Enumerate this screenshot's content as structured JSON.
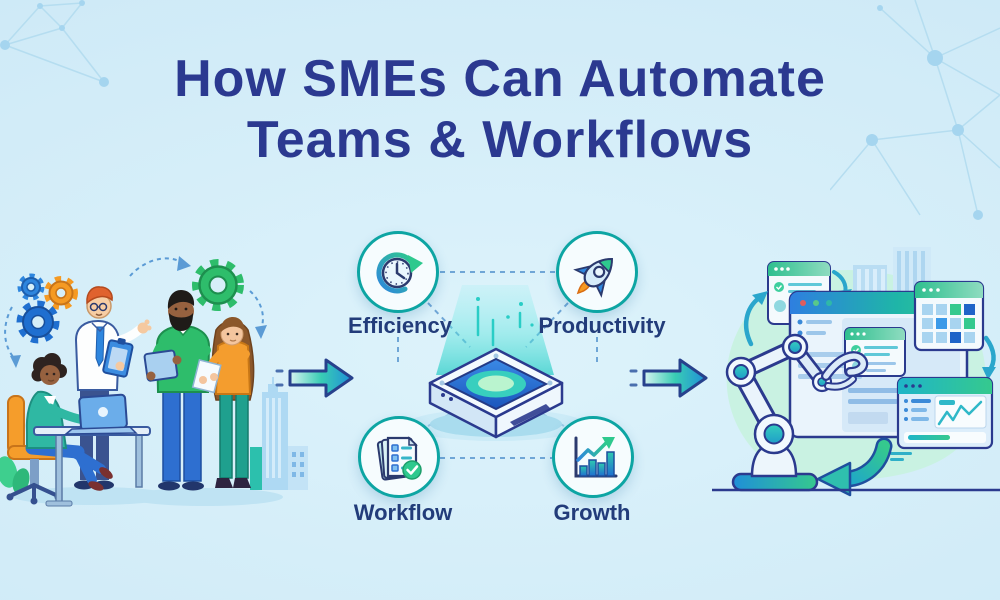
{
  "title": {
    "line1": "How SMEs Can Automate",
    "line2": "Teams & Workflows"
  },
  "features": [
    {
      "label": "Efficiency",
      "icon": "clock-cycle-icon"
    },
    {
      "label": "Productivity",
      "icon": "rocket-icon"
    },
    {
      "label": "Workflow",
      "icon": "checklist-icon"
    },
    {
      "label": "Growth",
      "icon": "growth-chart-icon"
    }
  ],
  "scenes": {
    "left": {
      "name": "team-collaboration-illustration"
    },
    "center": {
      "name": "automation-hub",
      "hub_icon": "ai-chip-icon"
    },
    "right": {
      "name": "robotic-arm-automation-illustration"
    }
  },
  "connectors": {
    "left_arrow_icon": "arrow-right-icon",
    "right_arrow_icon": "arrow-right-icon"
  },
  "colors": {
    "background": "#d2ecf8",
    "title": "#2b3990",
    "label": "#223c7a",
    "teal": "#14b8a6",
    "blue": "#2e86de",
    "navy": "#2b3a8e",
    "green": "#2ebd6b",
    "orange": "#f59a23",
    "mint_blob": "#c9f2e2"
  }
}
